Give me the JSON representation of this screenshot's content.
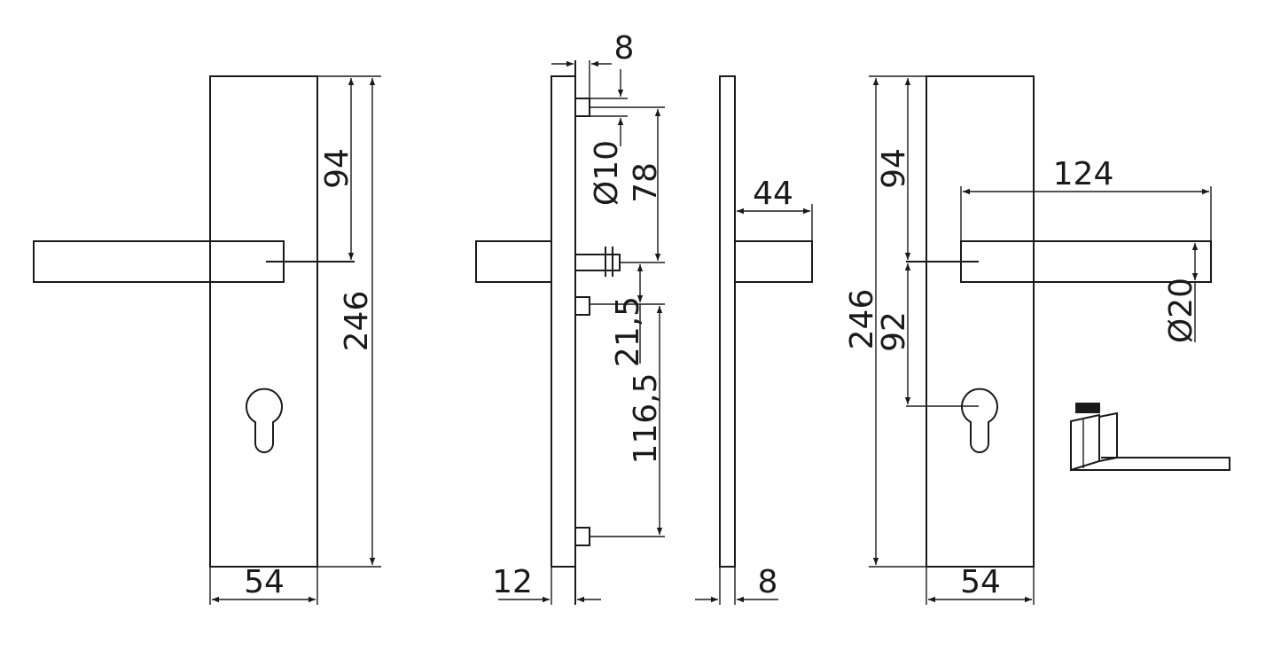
{
  "dimensions": {
    "front_left": {
      "top_to_handle": "94",
      "plate_height": "246",
      "plate_width": "54"
    },
    "side_view": {
      "spindle_offset_top": "8",
      "screw_diameter": "Ø10",
      "top_to_spindle": "78",
      "spindle_to_screw": "21,5",
      "screw_to_screw": "116,5",
      "plate_thickness": "12"
    },
    "outer_side": {
      "handle_projection": "44",
      "plate_thickness": "8"
    },
    "front_right": {
      "top_to_handle": "94",
      "plate_height": "246",
      "handle_to_cylinder": "92",
      "handle_length": "124",
      "handle_diameter": "Ø20",
      "plate_width": "54"
    }
  }
}
